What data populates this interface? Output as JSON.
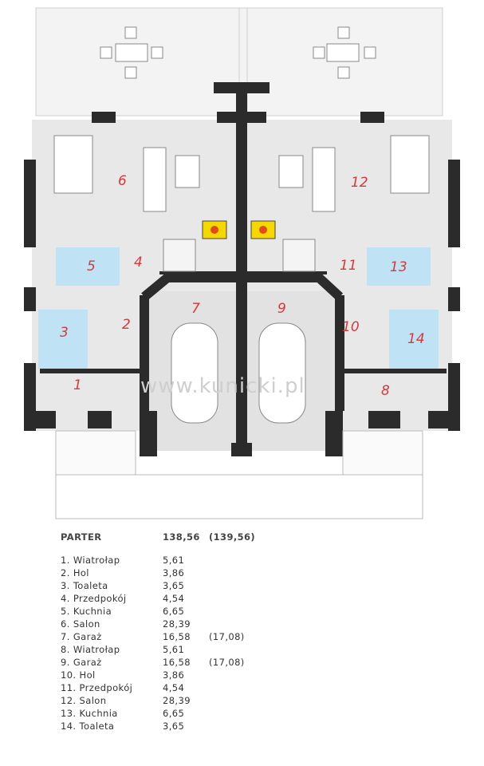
{
  "floor_plan": {
    "watermark": "www.kunicki.pl",
    "room_numbers": [
      "1",
      "2",
      "3",
      "4",
      "5",
      "6",
      "7",
      "8",
      "9",
      "10",
      "11",
      "12",
      "13",
      "14"
    ]
  },
  "area_table": {
    "header": {
      "name": "PARTER",
      "area": "138,56",
      "alt_area": "(139,56)"
    },
    "rooms": [
      {
        "label": "1. Wiatrołap",
        "area": "5,61",
        "alt": ""
      },
      {
        "label": "2. Hol",
        "area": "3,86",
        "alt": ""
      },
      {
        "label": "3. Toaleta",
        "area": "3,65",
        "alt": ""
      },
      {
        "label": "4. Przedpokój",
        "area": "4,54",
        "alt": ""
      },
      {
        "label": "5. Kuchnia",
        "area": "6,65",
        "alt": ""
      },
      {
        "label": "6. Salon",
        "area": "28,39",
        "alt": ""
      },
      {
        "label": "7. Garaż",
        "area": "16,58",
        "alt": "(17,08)"
      },
      {
        "label": "8. Wiatrołap",
        "area": "5,61",
        "alt": ""
      },
      {
        "label": "9. Garaż",
        "area": "16,58",
        "alt": "(17,08)"
      },
      {
        "label": "10. Hol",
        "area": "3,86",
        "alt": ""
      },
      {
        "label": "11. Przedpokój",
        "area": "4,54",
        "alt": ""
      },
      {
        "label": "12. Salon",
        "area": "28,39",
        "alt": ""
      },
      {
        "label": "13. Kuchnia",
        "area": "6,65",
        "alt": ""
      },
      {
        "label": "14. Toaleta",
        "area": "3,65",
        "alt": ""
      }
    ]
  },
  "colors": {
    "wall": "#2b2b2b",
    "floor": "#e6e6e6",
    "wet_room": "#bfe3f5",
    "room_number": "#d43a3a",
    "fireplace": "#f5d800"
  }
}
